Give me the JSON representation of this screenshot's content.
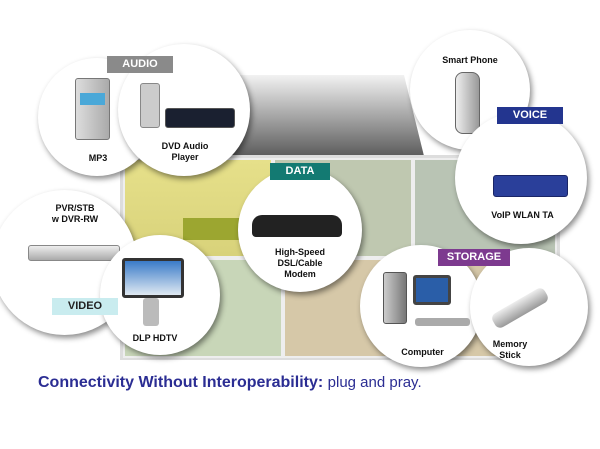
{
  "categories": {
    "audio": "AUDIO",
    "voice": "VOICE",
    "data": "DATA",
    "video": "VIDEO",
    "storage": "STORAGE"
  },
  "devices": {
    "mp3": "MP3",
    "dvd_audio_1": "DVD Audio",
    "dvd_audio_2": "Player",
    "smart_phone": "Smart Phone",
    "voip": "VoIP WLAN TA",
    "modem_1": "High-Speed",
    "modem_2": "DSL/Cable",
    "modem_3": "Modem",
    "pvr_1": "PVR/STB",
    "pvr_2": "w DVR-RW",
    "dlp": "DLP HDTV",
    "computer": "Computer",
    "memory_1": "Memory",
    "memory_2": "Stick"
  },
  "caption": {
    "bold": "Connectivity Without Interoperability:",
    "rest": "plug and pray."
  },
  "colors": {
    "audio": "#8a8a8a",
    "voice": "#23358f",
    "data": "#137a72",
    "video": "#c9ecef",
    "storage": "#7d3a8f",
    "caption": "#2b2d93"
  }
}
